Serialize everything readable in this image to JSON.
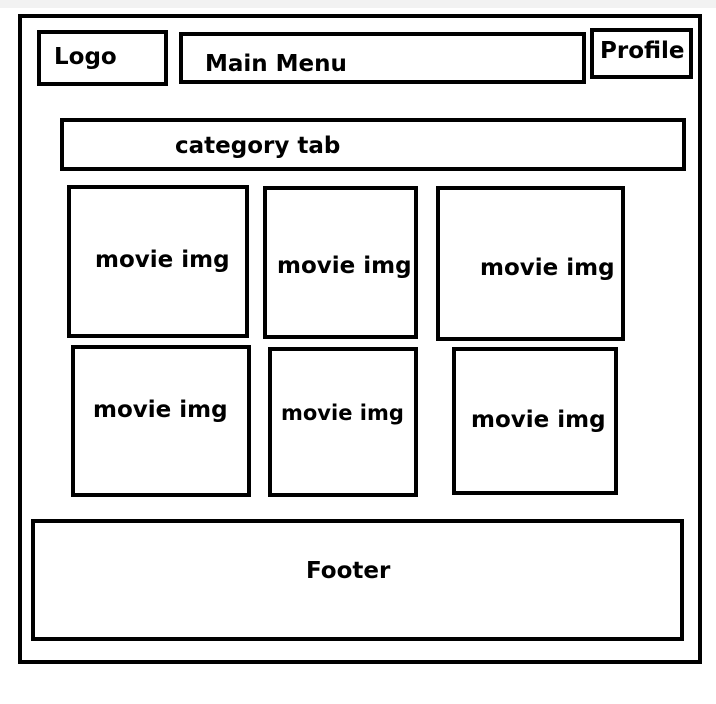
{
  "header": {
    "logo_label": "Logo",
    "menu_label": "Main Menu",
    "profile_label": "Profile"
  },
  "category": {
    "label": "category tab"
  },
  "movies": [
    {
      "label": "movie img"
    },
    {
      "label": "movie img"
    },
    {
      "label": "movie img"
    },
    {
      "label": "movie img"
    },
    {
      "label": "movie img"
    },
    {
      "label": "movie img"
    }
  ],
  "footer": {
    "label": "Footer"
  }
}
